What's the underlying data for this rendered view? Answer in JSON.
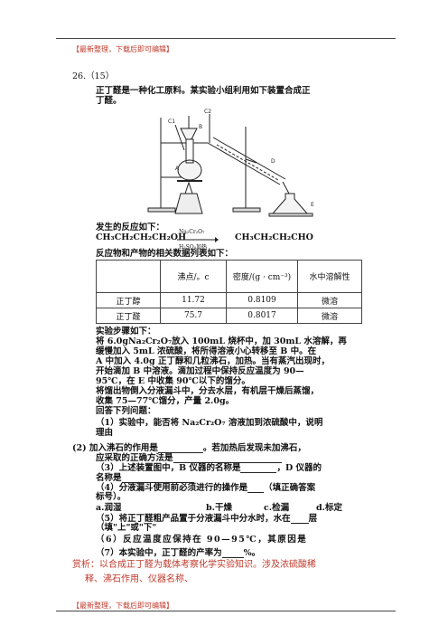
{
  "header_note": "【最新整理，下载后即可编辑】",
  "footer_note": "【最新整理，下载后即可编辑】",
  "question": {
    "number": "26.（15）",
    "intro_line1": "正丁醛是一种化工原料。某实验小组利用如下装置合成正",
    "intro_line2": "丁醛。"
  },
  "apparatus": {
    "label_c1": "C1",
    "label_c2": "C2",
    "label_b": "B",
    "label_a": "A",
    "label_d": "D",
    "label_e": "E"
  },
  "reaction": {
    "intro": "发生的反应如下：",
    "reactant": "CH₃CH₂CH₂CH₂OH",
    "reagent_top": "Na₂Cr₂O₇",
    "reagent_bottom": "H₂SO₄加热",
    "product": "CH₃CH₂CH₂CHO"
  },
  "table_intro": "反应物和产物的相关数据列表如下：",
  "table": {
    "headers": [
      "",
      "沸点/。c",
      "密度/(g · cm⁻³)",
      "水中溶解性"
    ],
    "rows": [
      [
        "正丁醇",
        "11.72",
        "0.8109",
        "微溶"
      ],
      [
        "正丁醛",
        "75.7",
        "0.8017",
        "微溶"
      ]
    ]
  },
  "steps": {
    "intro": "实验步骤如下：",
    "l1": "将 6.0gNa₂Cr₂O₇放入 100mL 烧杯中，加 30mL 水溶解，再",
    "l2": "缓慢加入 5mL 浓硫酸，将所得溶液小心转移至 B 中。在",
    "l3": "A 中加入 4.0g 正丁醇和几粒沸石，加热。当有蒸汽出现时，",
    "l4": "开始滴加 B 中溶液。滴加过程中保持反应温度为 90—",
    "l5": "95℃，在 E 中收集 90℃以下的馏分。",
    "l6": "将馏出物倒入分液漏斗中，分去水层，有机层干燥后蒸馏，",
    "l7": "收集 75—77℃馏分，产量 2.0g。",
    "l8": "回答下列问题："
  },
  "questions": {
    "q1a": "（1）实验中，能否将 Na₂Cr₂O₇ 溶液加到浓硫酸中，说明",
    "q1b": "理由",
    "q2a_pre": "(2)  加入沸石的作用是",
    "q2a_post": "。若加热后发现未加沸石，",
    "q2b": "应采取的正确方法是",
    "q3a_pre": "（3）上述装置图中，B 仪器的名称是",
    "q3a_post": "，D 仪器的",
    "q3b": "名称是",
    "q4a_pre": "（4）分液漏斗使用前必须进行的操作是",
    "q4a_post": "（填正确答案",
    "q4b": "标号）。",
    "q4_opt_a": "a.润湿",
    "q4_opt_b": "b.干燥",
    "q4_opt_c": "c.检漏",
    "q4_opt_d": "d.标定",
    "q5a_pre": "（5）将正丁醛粗产品置于分液漏斗中分水时，水在",
    "q5a_post": "层",
    "q5b": "（填\"上\"或\"下\"",
    "q6": "（6）反应温度应保持在 90—95℃，其原因是",
    "q7_pre": "（7）本实验中，正丁醛的产率为",
    "q7_post": "%。"
  },
  "analysis": {
    "l1": "赏析：以合成正丁醛为载体考察化学实验知识。涉及浓硫酸稀",
    "l2": "释、沸石作用、仪器名称、"
  }
}
